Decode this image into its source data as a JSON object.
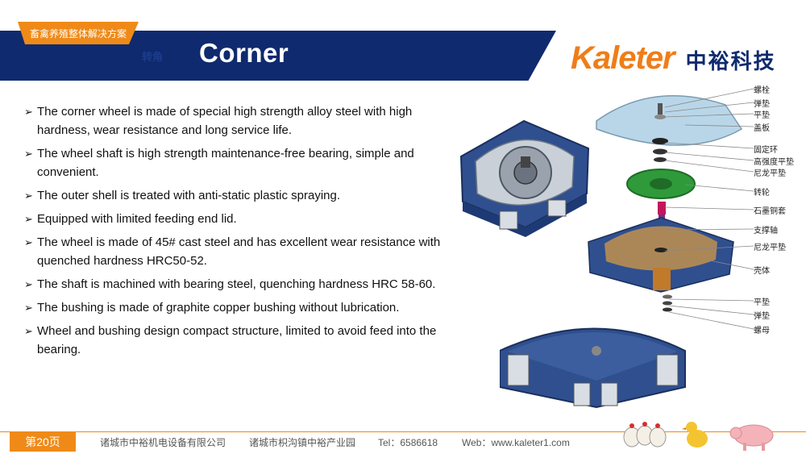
{
  "header": {
    "tag": "畜禽养殖整体解决方案",
    "subtitle": "转角",
    "title": "Corner",
    "logo_en": "Kaleter",
    "logo_cn": "中裕科技"
  },
  "bullets": [
    "The corner wheel is made of special high strength alloy steel with high hardness, wear resistance and long service life.",
    "The wheel shaft is high strength maintenance-free bearing, simple and convenient.",
    "The outer shell is treated with anti-static plastic spraying.",
    "Equipped with limited feeding end lid.",
    "The wheel is made of 45# cast steel and has excellent wear resistance with quenched hardness HRC50-52.",
    "The shaft is machined with bearing steel, quenching hardness HRC 58-60.",
    "The bushing is made of graphite copper bushing without lubrication.",
    "Wheel and bushing design compact structure, limited to avoid feed into the bearing."
  ],
  "parts": [
    "螺栓",
    "弹垫",
    "平垫",
    "盖板",
    "固定环",
    "高强度平垫",
    "尼龙平垫",
    "转轮",
    "石墨铜套",
    "支撑轴",
    "尼龙平垫",
    "壳体",
    "平垫",
    "弹垫",
    "螺母"
  ],
  "footer": {
    "page": "第20页",
    "company": "诸城市中裕机电设备有限公司",
    "address": "诸城市枳沟镇中裕产业园",
    "tel": "Tel：6586618",
    "web": "Web：www.kaleter1.com"
  },
  "colors": {
    "accent_orange": "#ef8a18",
    "banner_navy": "#0f2a6e",
    "shell_blue": "#2f4f8f",
    "wheel_green": "#2e9a3a"
  }
}
